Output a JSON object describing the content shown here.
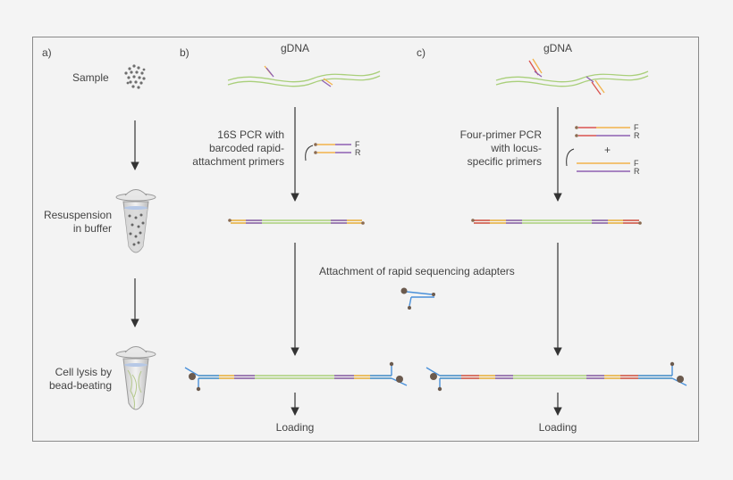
{
  "panels": {
    "a": "a)",
    "b": "b)",
    "c": "c)"
  },
  "panel_a": {
    "sample": "Sample",
    "resuspension_line1": "Resuspension",
    "resuspension_line2": "in buffer",
    "lysis_line1": "Cell lysis by",
    "lysis_line2": "bead-beating"
  },
  "panel_b": {
    "gdna": "gDNA",
    "pcr_line1": "16S PCR with",
    "pcr_line2": "barcoded rapid-",
    "pcr_line3": "attachment primers",
    "primer_f": "F",
    "primer_r": "R",
    "loading": "Loading"
  },
  "panel_c": {
    "gdna": "gDNA",
    "pcr_line1": "Four-primer PCR",
    "pcr_line2": "with locus-",
    "pcr_line3": "specific primers",
    "primer_f1": "F",
    "primer_r1": "R",
    "plus": "+",
    "primer_f2": "F",
    "primer_r2": "R",
    "loading": "Loading"
  },
  "adapters": {
    "label": "Attachment of rapid sequencing adapters"
  },
  "colors": {
    "green_dna": "#a9cf7a",
    "purple": "#8e5fb2",
    "orange": "#f2b24a",
    "red": "#d9534f",
    "blue_adapter": "#4a90d9",
    "bead": "#6b5a4e",
    "arrow": "#333333"
  }
}
